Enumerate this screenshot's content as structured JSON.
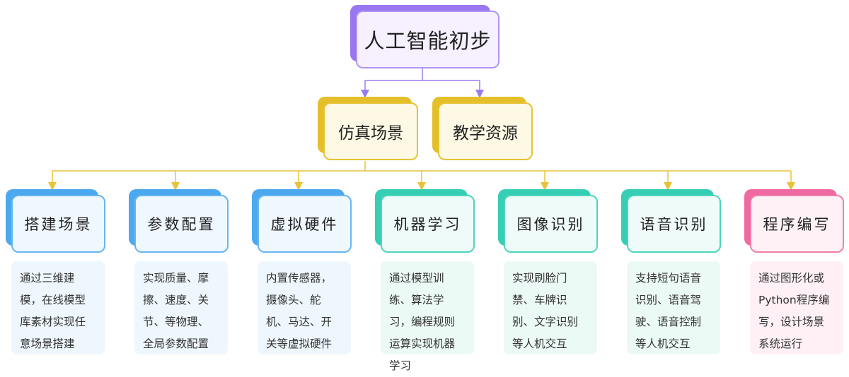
{
  "root": {
    "label": "人工智能初步"
  },
  "level2": [
    {
      "label": "仿真场景"
    },
    {
      "label": "教学资源"
    }
  ],
  "categories": [
    {
      "label": "搭建场景",
      "color": "#4ca9ef",
      "desc": "通过三维建模，在线模型库素材实现任意场景搭建"
    },
    {
      "label": "参数配置",
      "color": "#4ca9ef",
      "desc": "实现质量、摩擦、速度、关节、等物理、全局参数配置"
    },
    {
      "label": "虚拟硬件",
      "color": "#4ca9ef",
      "desc": "内置传感器，摄像头、舵机、马达、开关等虚拟硬件"
    },
    {
      "label": "机器学习",
      "color": "#36cfb5",
      "desc": "通过模型训练、算法学习，编程规则运算实现机器学习"
    },
    {
      "label": "图像识别",
      "color": "#36cfb5",
      "desc": "实现刷脸门禁、车牌识别、文字识别等人机交互"
    },
    {
      "label": "语音识别",
      "color": "#36cfb5",
      "desc": "支持短句语音识别、语音驾驶、语音控制等人机交互"
    },
    {
      "label": "程序编写",
      "color": "#ef6aa0",
      "desc": "通过图形化或Python程序编写，设计场景系统运行"
    }
  ],
  "colors": {
    "root": "#9a77f1",
    "level2": "#e5bf2a",
    "connector_root": "#9a7cf0",
    "connector_level2": "#e8c23a"
  }
}
